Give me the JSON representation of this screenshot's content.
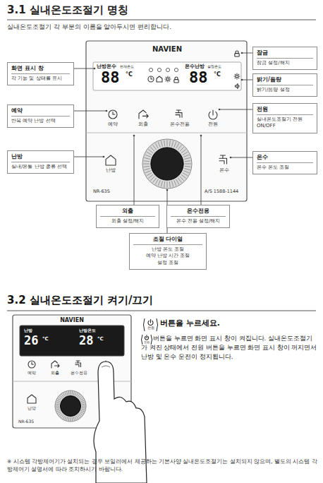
{
  "diagram": {
    "title": "3.1 실내온도조절기 명칭",
    "nodes": [
      {
        "text": [
          "화면 표시 창",
          "각 기능 및 상태를 표시"
        ]
      },
      {
        "text": [
          "예약",
          "반복 예약 난방 선택"
        ]
      },
      {
        "text": [
          "난방",
          "실내/온돌 난방 종류 선택"
        ]
      },
      {
        "text": [
          "잠금",
          "잠금 설정/해지"
        ]
      },
      {
        "text": [
          "밝기/음량",
          "밝기/음량 설정"
        ]
      },
      {
        "text": [
          "전원",
          "실내온도조절기 전원 ON/OFF"
        ]
      },
      {
        "text": [
          "온수",
          "온수 온도 조절"
        ]
      },
      {
        "text": [
          "외출",
          "외출 설정/해지"
        ]
      },
      {
        "text": [
          "온수전용",
          "온수 전용 설정/해지"
        ]
      },
      {
        "text": [
          "조절 다이얼",
          "난방 온도 조절",
          "예약 난방 시간 조절",
          "설정 조절"
        ]
      }
    ],
    "labels": [
      "실내온도조절기 각 부분의 이름을 알아두시면 편리합니다.",
      "NAVIEN",
      "난방온수",
      "현재온도",
      "88",
      "°C",
      "온수난방",
      "설정온도",
      "88",
      "°C",
      "예약",
      "외출",
      "온수전용",
      "전원",
      "난방",
      "온수",
      "NR-63S",
      "A/S 1588-1144",
      "3.2 실내온도조절기 켜기/끄기",
      "NAVIEN",
      "난방",
      "26",
      "°C",
      "난방온도",
      "28",
      "°C",
      "예약",
      "외출",
      "온수전용",
      "난방",
      "NR-63S",
      "전원",
      "버튼을 누르세요.",
      "전원",
      "버튼을 누르면 화면 표시 창이 켜집니다. 실내온도조절기가 켜진 상태에서 전원 버튼을 누르면 화면 표시 창이 꺼지면서 난방 및 온수 운전이 정지됩니다.",
      "※ 시스템 각방제어기가 설치되는 경우 보일러에서 제공하는 기본사양 실내온도조절기는 설치되지 않으며, 별도의 시스템 각방제어기 설명서에 따라 조치하시기 바랍니다."
    ]
  }
}
